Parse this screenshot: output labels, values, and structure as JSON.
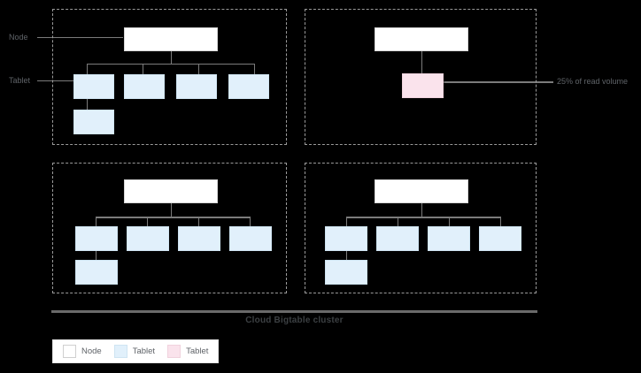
{
  "diagram": {
    "caption": "Cloud Bigtable cluster",
    "annotations": {
      "node_label": "Node",
      "tablet_label": "Tablet",
      "read_volume_label": "25% of read volume"
    },
    "colors": {
      "node_fill": "#ffffff",
      "tablet_fill": "#e1f0fb",
      "hot_tablet_fill": "#fae3ec",
      "panel_border": "#9a9a9a",
      "connector": "#7b7b7b",
      "text": "#5f6368",
      "caption_text": "#3c4043",
      "background": "#000000"
    },
    "panels": [
      {
        "id": "top-left",
        "node_count": 1,
        "tablet_count": 5,
        "hot_tablet_count": 0
      },
      {
        "id": "top-right",
        "node_count": 1,
        "tablet_count": 0,
        "hot_tablet_count": 1
      },
      {
        "id": "bottom-left",
        "node_count": 1,
        "tablet_count": 5,
        "hot_tablet_count": 0
      },
      {
        "id": "bottom-right",
        "node_count": 1,
        "tablet_count": 5,
        "hot_tablet_count": 0
      }
    ]
  },
  "legend": {
    "items": [
      {
        "label": "Node",
        "swatch": "node"
      },
      {
        "label": "Tablet",
        "swatch": "tablet"
      },
      {
        "label": "Tablet",
        "swatch": "hot"
      }
    ]
  }
}
